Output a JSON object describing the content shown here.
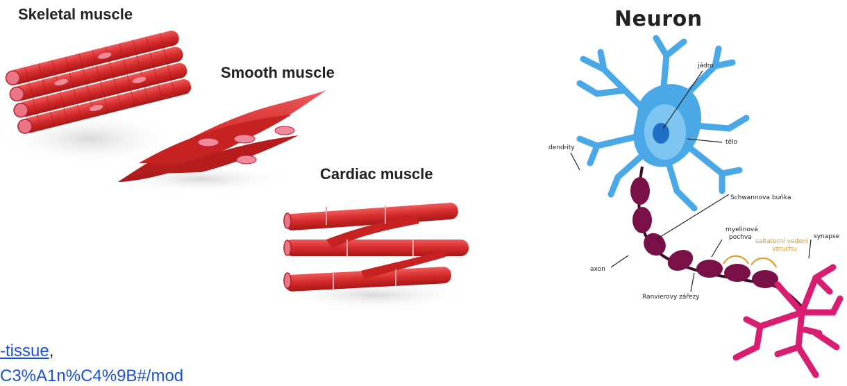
{
  "muscle": {
    "skeletal": "Skeletal muscle",
    "smooth": "Smooth muscle",
    "cardiac": "Cardiac muscle"
  },
  "neuron": {
    "title": "Neuron",
    "labels": {
      "jadro": "jádro",
      "telo": "tělo",
      "dendrity": "dendrity",
      "schwann": "Schwannova buňka",
      "myelin_1": "myelinová",
      "myelin_2": "pochva",
      "saltatory_1": "saltatorní vedení",
      "saltatory_2": "vzruchu",
      "synapse": "synapse",
      "axon": "axon",
      "ranvier": "Ranvierovy zářezy"
    }
  },
  "links": {
    "line1_link": "-tissue",
    "line1_tail": ",",
    "line2": "C3%A1n%C4%9B#/mod"
  },
  "colors": {
    "muscle_red": "#d42a2a",
    "dendrite_blue": "#4aa8e6",
    "myelin_purple": "#7a1048",
    "synapse_magenta": "#d91e72",
    "saltatory_orange": "#e8941a",
    "link_blue": "#1a4fd8"
  }
}
